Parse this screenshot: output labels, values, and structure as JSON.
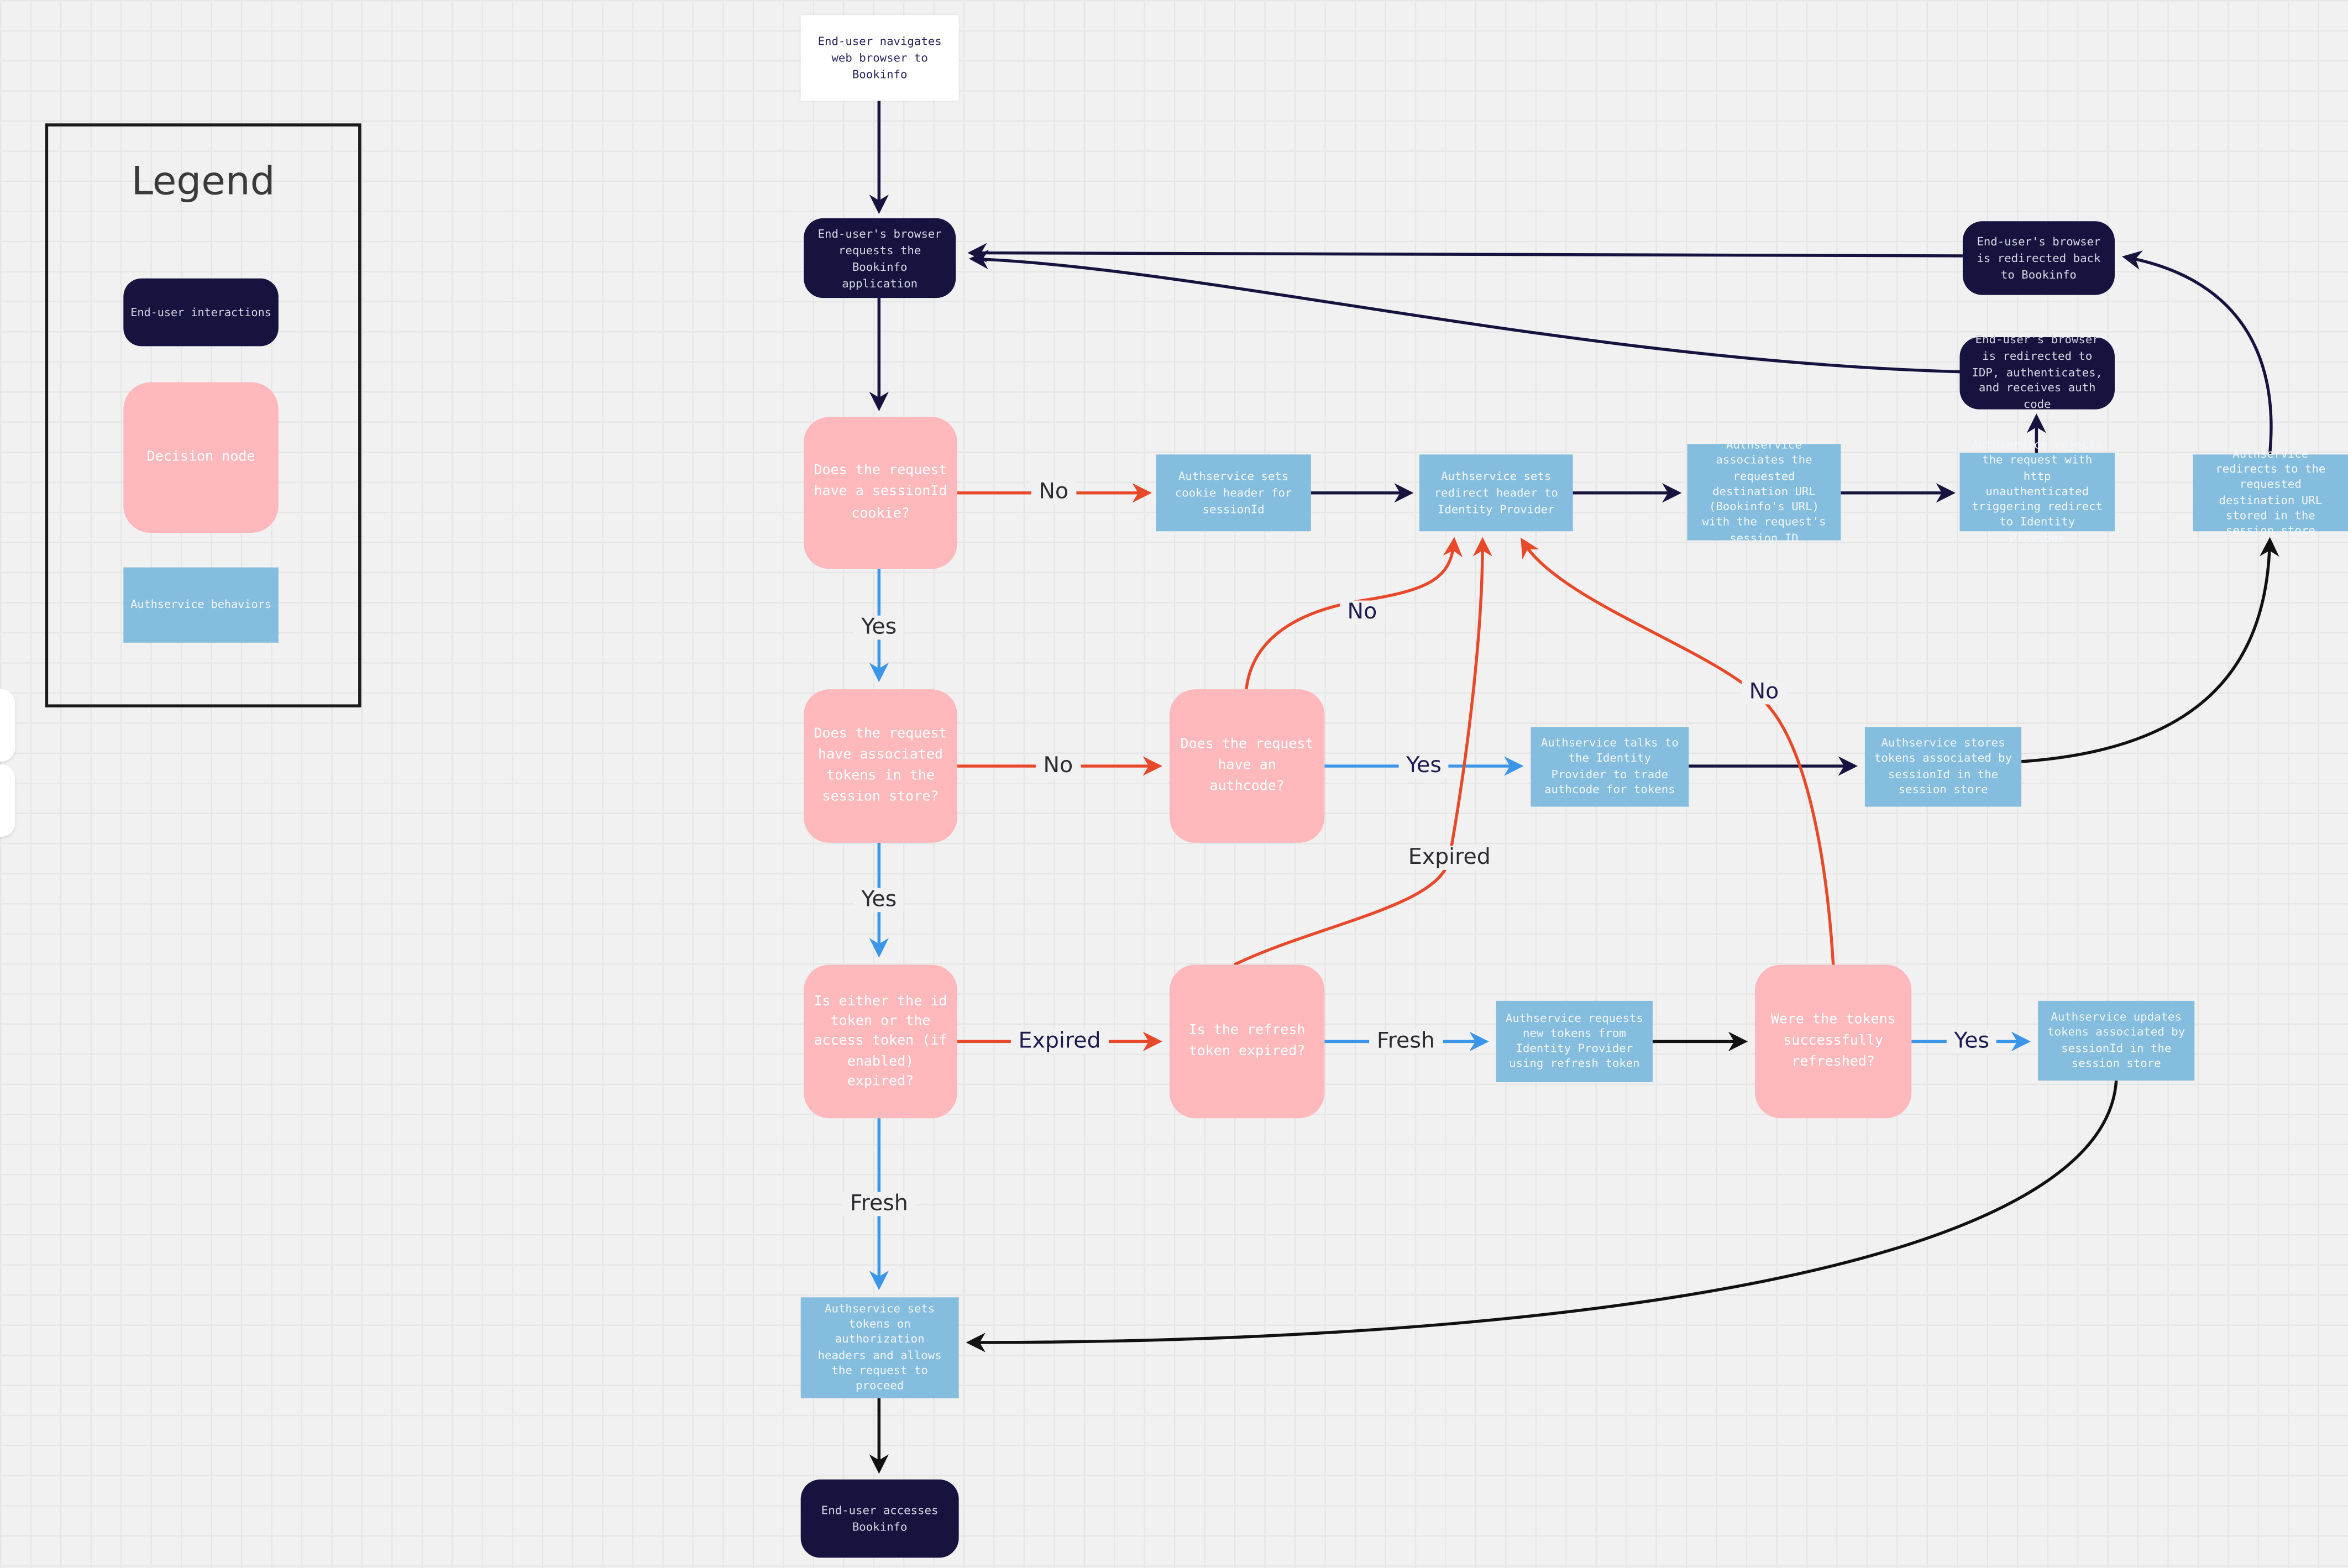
{
  "canvas": {
    "background": "#f1f1f1",
    "grid_color": "#e6e6e6"
  },
  "colors": {
    "end_user_node": "#16143f",
    "decision_node": "#ffb9bd",
    "authservice_node": "#85bdde",
    "start_node": "#ffffff",
    "edge_navy": "#16143f",
    "edge_black": "#111111",
    "edge_orange": "#e8492b",
    "edge_blue": "#3b95e8"
  },
  "legend": {
    "title": "Legend",
    "items": [
      {
        "label": "End-user interactions",
        "type": "end-user"
      },
      {
        "label": "Decision node",
        "type": "decision"
      },
      {
        "label": "Authservice behaviors",
        "type": "authservice"
      }
    ]
  },
  "nodes": {
    "start": "End-user navigates web browser to Bookinfo",
    "browser_requests": "End-user's browser requests the Bookinfo application",
    "decision_cookie": "Does the request have a sessionId cookie?",
    "sets_cookie": "Authservice sets cookie header for sessionId",
    "sets_redirect": "Authservice sets redirect header to Identity Provider",
    "associates_url": "Authservice associates the requested destination URL (Bookinfo's URL) with the request's session ID",
    "rejects_request": "Authservice rejects the request with http unauthenticated triggering redirect to Identity Provider",
    "redirects_stored": "Authservice redirects to the requested destination URL stored in the session store",
    "idp_auth": "End-user's browser is redirected to IDP, authenticates, and receives auth code",
    "redirected_back": "End-user's browser is redirected back to Bookinfo",
    "decision_tokens": "Does the request have associated tokens in the session store?",
    "decision_authcode": "Does the request have an authcode?",
    "talks_idp": "Authservice talks to the Identity Provider to trade authcode for tokens",
    "stores_tokens": "Authservice stores tokens associated by sessionId in the session store",
    "decision_expired": "Is either the id token or the access token (if enabled) expired?",
    "decision_refresh": "Is the refresh token expired?",
    "requests_new": "Authservice requests new tokens from Identity Provider using refresh token",
    "decision_refreshed": "Were the tokens successfully refreshed?",
    "updates_tokens": "Authservice updates tokens associated by sessionId in the session store",
    "sets_tokens": "Authservice sets tokens on authorization headers and allows the request to proceed",
    "access_bookinfo": "End-user accesses Bookinfo"
  },
  "edge_labels": {
    "no_cookie": "No",
    "yes_cookie": "Yes",
    "no_tokens": "No",
    "yes_tokens": "Yes",
    "yes_authcode": "Yes",
    "no_authcode": "No",
    "expired_tokens": "Expired",
    "fresh_tokens": "Fresh",
    "fresh_refresh": "Fresh",
    "expired_refresh": "Expired",
    "yes_refreshed": "Yes",
    "no_refreshed": "No"
  }
}
